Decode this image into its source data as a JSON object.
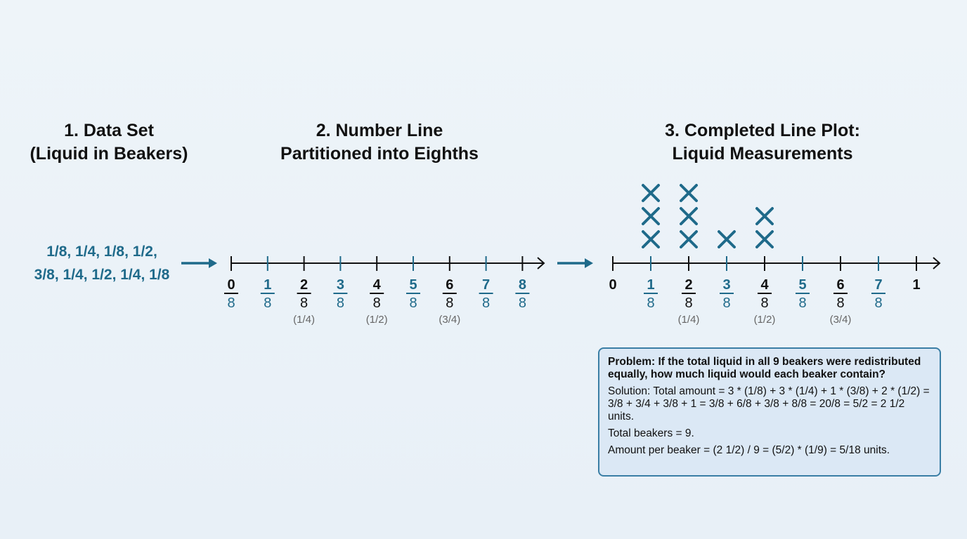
{
  "sections": {
    "data_set": {
      "title_line1": "1. Data Set",
      "title_line2": "(Liquid in Beakers)",
      "values_line1": "1/8, 1/4, 1/8, 1/2,",
      "values_line2": "3/8, 1/4, 1/2, 1/4, 1/8"
    },
    "number_line": {
      "title_line1": "2. Number Line",
      "title_line2": "Partitioned into Eighths",
      "ticks": [
        {
          "num": "0",
          "den": "8"
        },
        {
          "num": "1",
          "den": "8"
        },
        {
          "num": "2",
          "den": "8",
          "eq": "(1/4)"
        },
        {
          "num": "3",
          "den": "8"
        },
        {
          "num": "4",
          "den": "8",
          "eq": "(1/2)"
        },
        {
          "num": "5",
          "den": "8"
        },
        {
          "num": "6",
          "den": "8",
          "eq": "(3/4)"
        },
        {
          "num": "7",
          "den": "8"
        },
        {
          "num": "8",
          "den": "8"
        }
      ]
    },
    "line_plot": {
      "title_line1": "3. Completed Line Plot:",
      "title_line2": "Liquid Measurements",
      "start_label": "0",
      "end_label": "1",
      "ticks": [
        {
          "num": "1",
          "den": "8"
        },
        {
          "num": "2",
          "den": "8",
          "eq": "(1/4)"
        },
        {
          "num": "3",
          "den": "8"
        },
        {
          "num": "4",
          "den": "8",
          "eq": "(1/2)"
        },
        {
          "num": "5",
          "den": "8"
        },
        {
          "num": "6",
          "den": "8",
          "eq": "(3/4)"
        },
        {
          "num": "7",
          "den": "8"
        }
      ],
      "x_counts": [
        3,
        3,
        1,
        2,
        0,
        0,
        0
      ],
      "mark_symbol": "X"
    }
  },
  "problem": {
    "question": "Problem: If the total liquid in all 9 beakers were redistributed equally, how much liquid would each beaker contain?",
    "solution": "Solution: Total amount = 3 * (1/8) + 3 * (1/4) + 1 * (3/8) + 2 * (1/2) = 3/8 + 3/4 + 3/8 + 1 = 3/8 + 6/8 + 3/8 + 8/8 = 20/8 = 5/2 = 2 1/2 units.",
    "total_beakers": "Total beakers = 9.",
    "per_beaker": "Amount per beaker = (2 1/2) / 9 = (5/2) * (1/9) = 5/18 units."
  },
  "colors": {
    "teal": "#1f6a8a",
    "black": "#111111",
    "gray": "#666666",
    "box_border": "#3a7ea5",
    "box_fill": "#dbe8f5"
  }
}
